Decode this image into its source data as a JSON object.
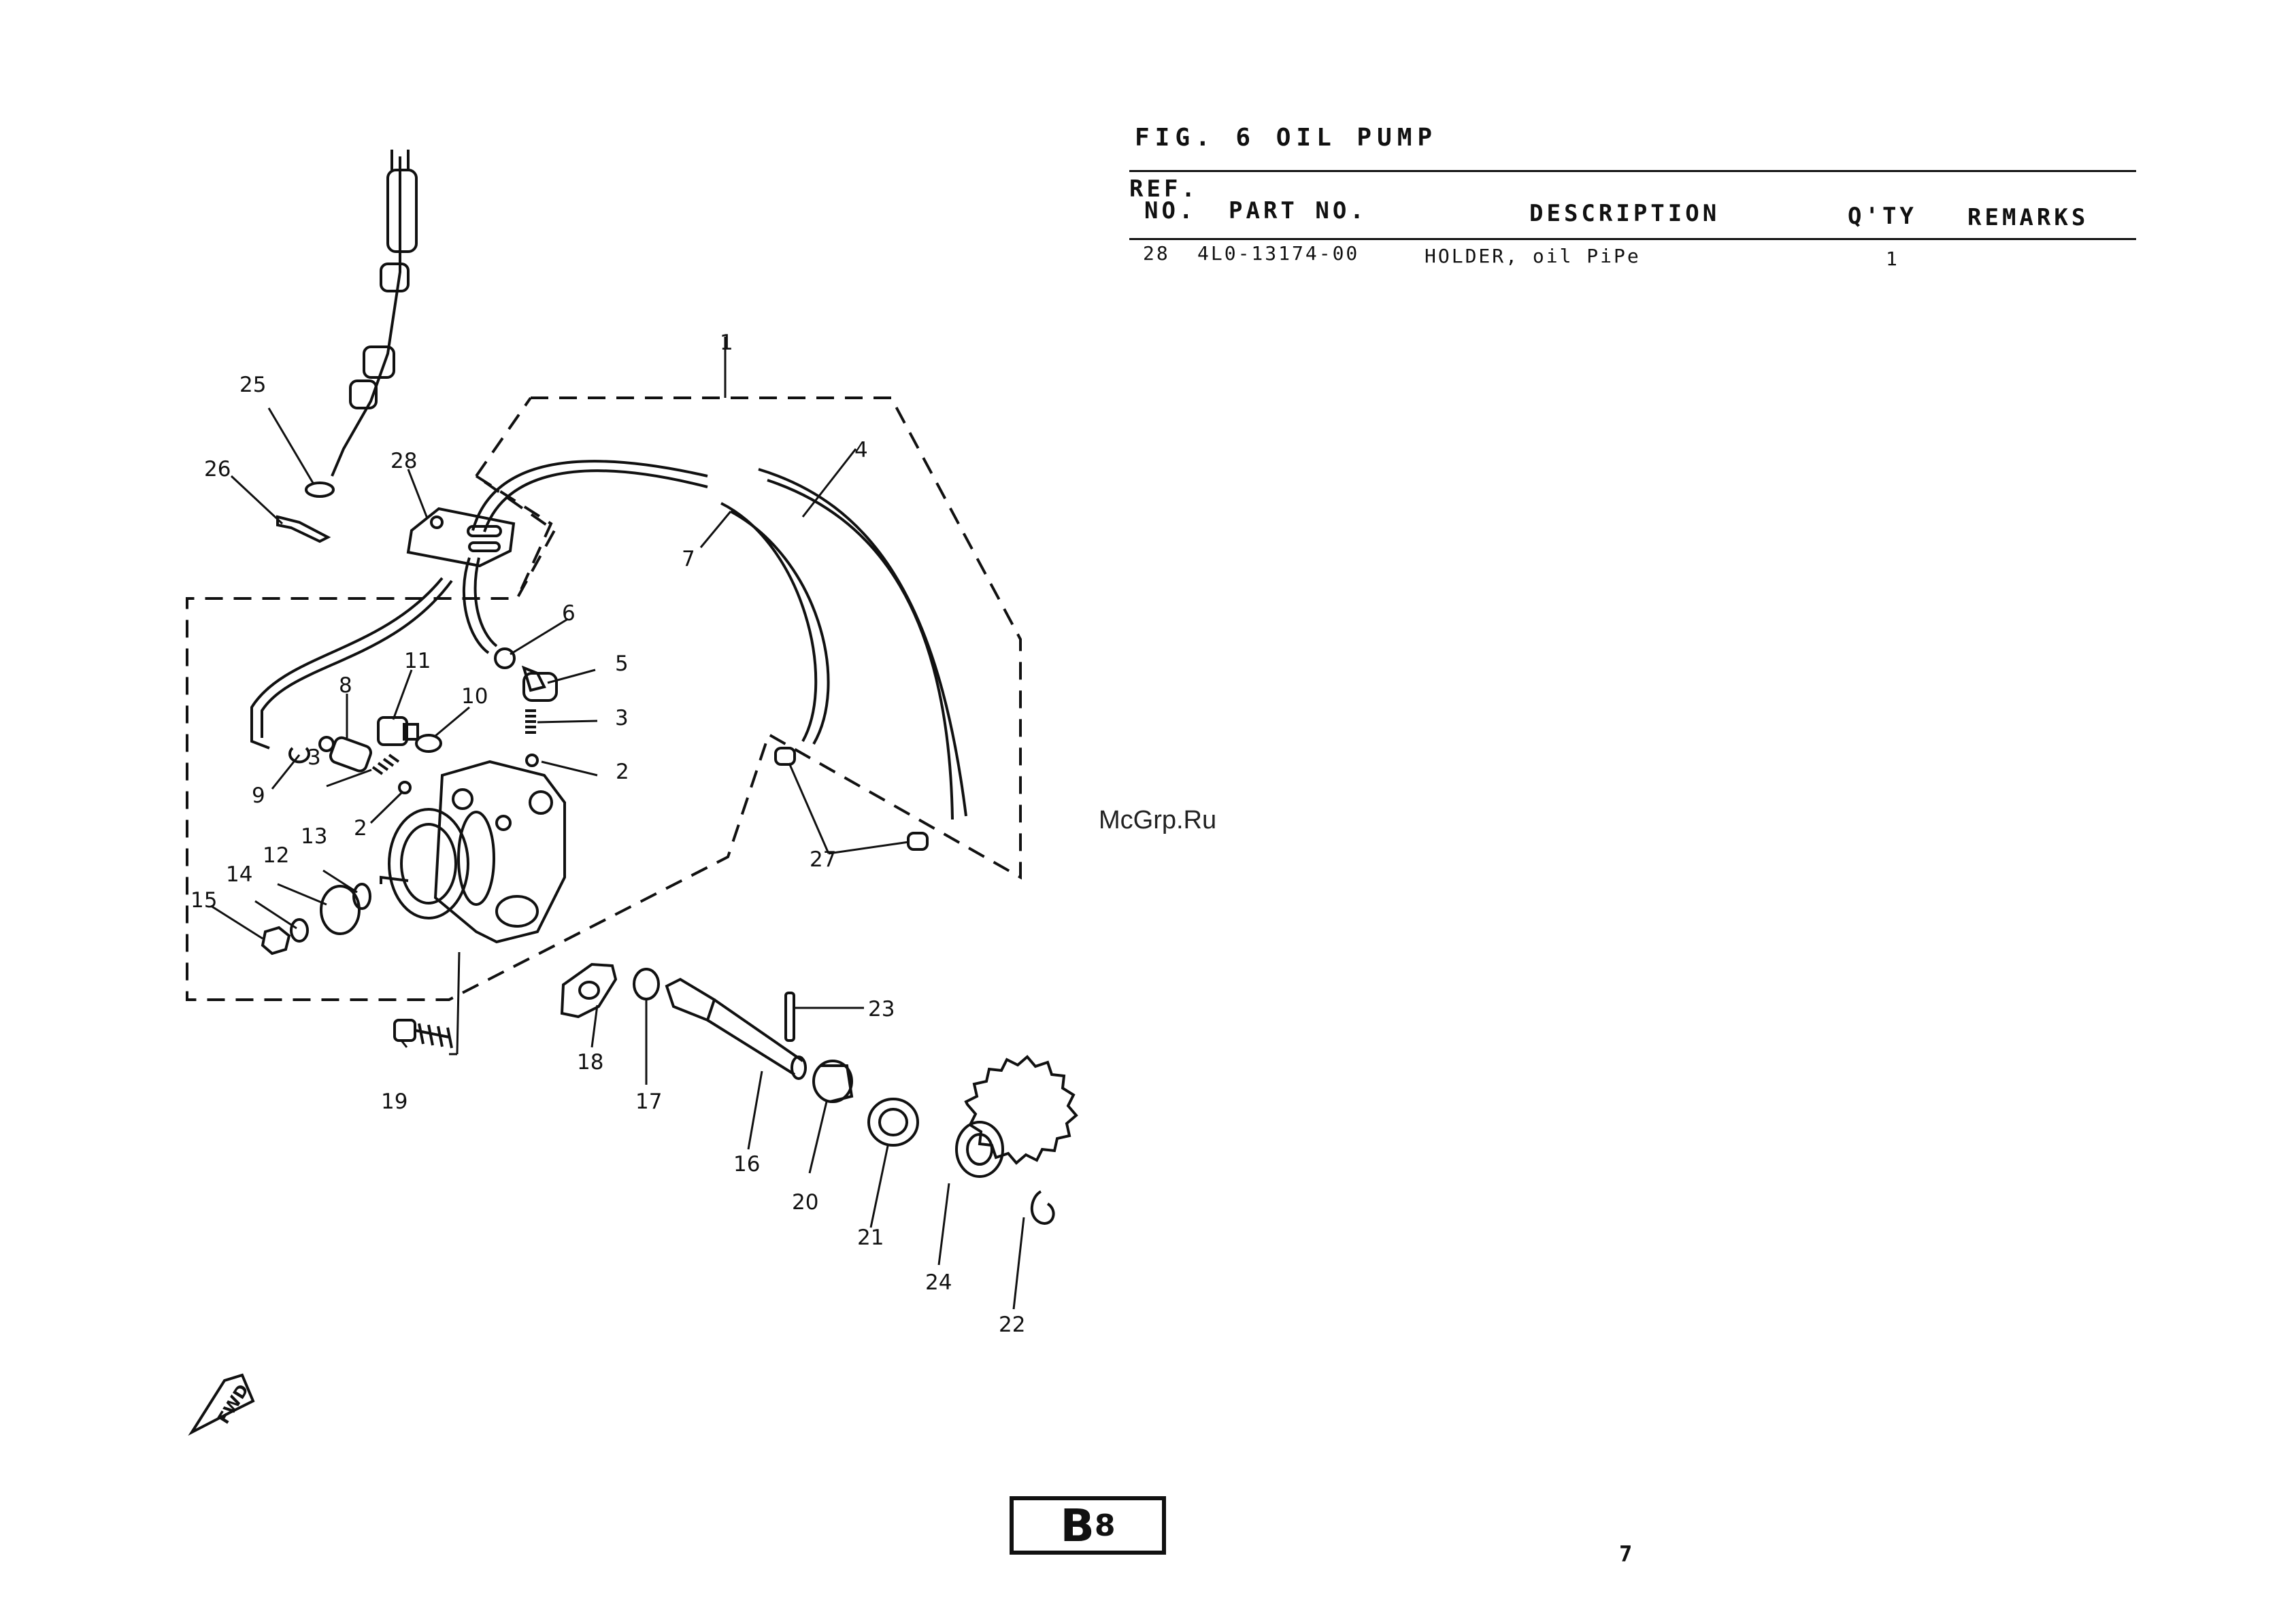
{
  "header": {
    "figure_title": "FIG. 6 OIL PUMP",
    "columns": {
      "ref_line1": "REF.",
      "ref_line2": "NO.",
      "part_no": "PART NO.",
      "description": "DESCRIPTION",
      "qty": "Q'TY",
      "remarks": "REMARKS"
    }
  },
  "parts": [
    {
      "ref": "28",
      "part_no": "4L0-13174-00",
      "description": "HOLDER, oil PiPe",
      "qty": "1",
      "remarks": ""
    }
  ],
  "callouts": [
    "1",
    "2",
    "2",
    "3",
    "3",
    "4",
    "5",
    "6",
    "7",
    "8",
    "9",
    "10",
    "11",
    "12",
    "13",
    "14",
    "15",
    "16",
    "17",
    "18",
    "19",
    "20",
    "21",
    "22",
    "23",
    "24",
    "25",
    "26",
    "27",
    "28"
  ],
  "fwd_label": "FWD",
  "section_mark": {
    "letter": "B",
    "number": "8"
  },
  "page_number": "7",
  "watermark": "McGrp.Ru"
}
